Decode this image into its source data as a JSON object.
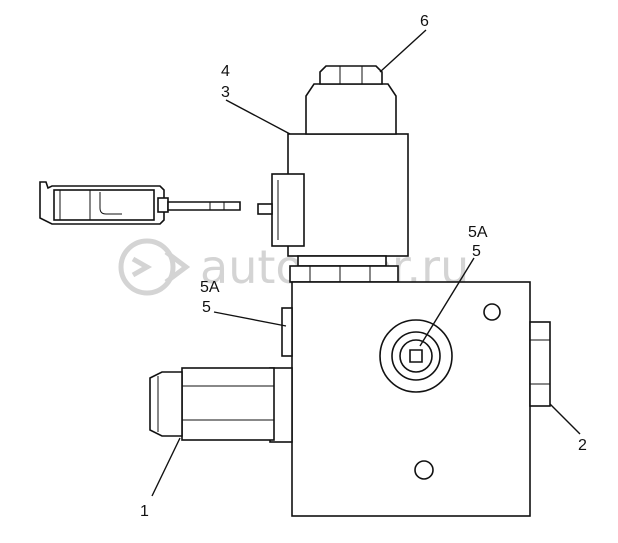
{
  "labels": {
    "l1": "1",
    "l2": "2",
    "l3": "3",
    "l4": "4",
    "l5a_left": "5A",
    "l5_left": "5",
    "l5a_right": "5A",
    "l5_right": "5",
    "l6": "6"
  },
  "watermark": {
    "text": "autopiter.ru"
  }
}
